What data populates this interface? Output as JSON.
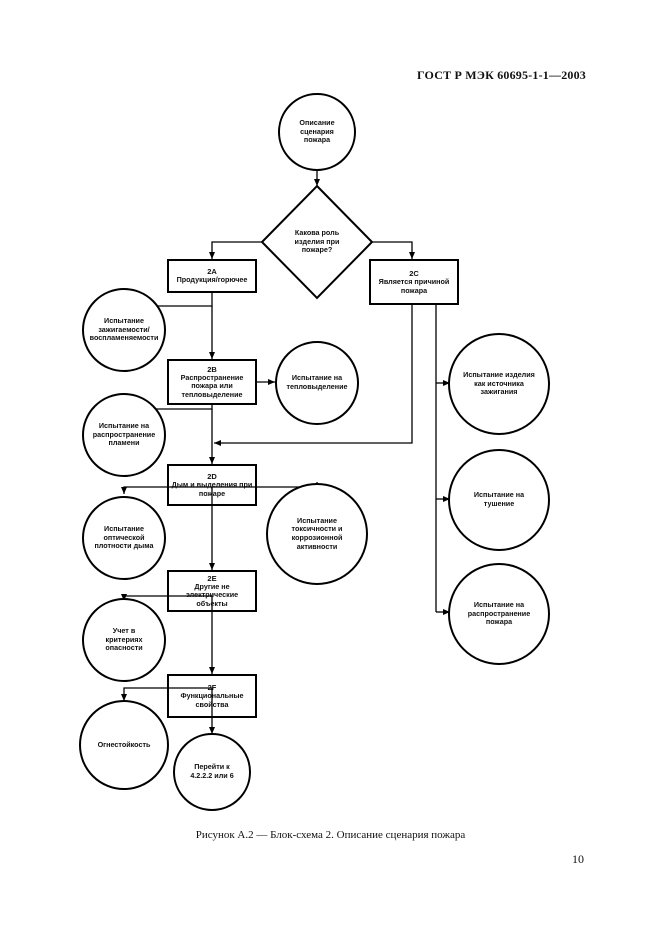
{
  "document": {
    "header": "ГОСТ Р МЭК 60695-1-1—2003",
    "caption": "Рисунок А.2 — Блок-схема 2. Описание сценария пожара",
    "page_number": "10"
  },
  "flowchart": {
    "start": "Описание сценария пожара",
    "decision": "Какова роль изделия при пожаре?",
    "box_2a": {
      "code": "2А",
      "text": "Продукция/горючее"
    },
    "box_2b": {
      "code": "2В",
      "text": "Распространение пожара или тепловыделение"
    },
    "box_2c": {
      "code": "2С",
      "text": "Является причиной пожара"
    },
    "box_2d": {
      "code": "2D",
      "text": "Дым и выделения при пожаре"
    },
    "box_2e": {
      "code": "2Е",
      "text": "Другие не электрические объекты"
    },
    "box_2f": {
      "code": "2F",
      "text": "Функциональные свойства"
    },
    "circle_ignitability": "Испытание зажигаемости/воспламеняемости",
    "circle_heat_release": "Испытание на тепловыделение",
    "circle_flame_spread": "Испытание на распространение пламени",
    "circle_smoke_density": "Испытание оптической плотности дыма",
    "circle_toxicity": "Испытание токсичности и коррозионной активности",
    "circle_hazard": "Учет в критериях опасности",
    "circle_resistance": "Огнестойкость",
    "circle_goto": "Перейти к 4.2.2.2 или 6",
    "circle_ignition_source": "Испытание изделия как источника зажигания",
    "circle_extinguish": "Испытание на тушение",
    "circle_fire_spread": "Испытание на распространение пожара"
  }
}
